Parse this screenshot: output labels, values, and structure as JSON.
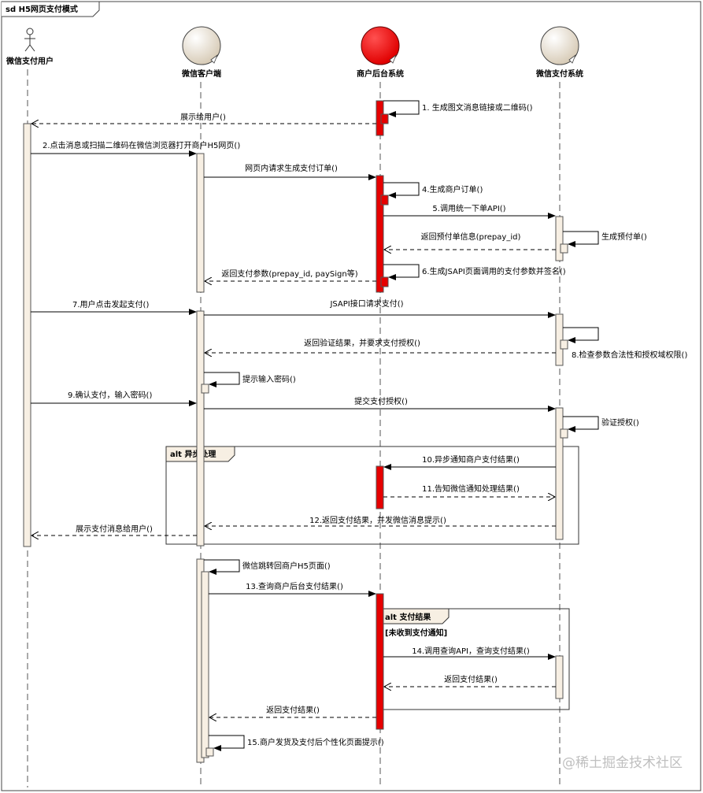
{
  "frame_title": "sd H5网页支付模式",
  "colors": {
    "bar": "#f7efe3",
    "bar_stroke": "#555555",
    "active_red": "#e60000",
    "line": "#000000",
    "head_fill": "#ede4d6"
  },
  "participants": [
    {
      "id": "user",
      "label": "微信支付用户",
      "icon": "actor-icon"
    },
    {
      "id": "client",
      "label": "微信客户端",
      "icon": "entity-sphere-icon"
    },
    {
      "id": "merchant",
      "label": "商户后台系统",
      "icon": "entity-sphere-red-icon"
    },
    {
      "id": "wxpay",
      "label": "微信支付系统",
      "icon": "entity-sphere-icon"
    }
  ],
  "messages": [
    {
      "label": "1. 生成图文消息链接或二维码()"
    },
    {
      "label": "展示给用户()"
    },
    {
      "label": "2.点击消息或扫描二维码在微信浏览器打开商户H5网页()"
    },
    {
      "label": "网页内请求生成支付订单()"
    },
    {
      "label": "4.生成商户订单()"
    },
    {
      "label": "5.调用统一下单API()"
    },
    {
      "label": "生成预付单()"
    },
    {
      "label": "返回预付单信息(prepay_id)"
    },
    {
      "label": "6.生成JSAPI页面调用的支付参数并签名()"
    },
    {
      "label": "返回支付参数(prepay_id, paySign等)"
    },
    {
      "label": "7.用户点击发起支付()"
    },
    {
      "label": "JSAPI接口请求支付()"
    },
    {
      "label": "返回验证结果，并要求支付授权()"
    },
    {
      "label": "8.检查参数合法性和授权域权限()"
    },
    {
      "label": "提示输入密码()"
    },
    {
      "label": "9.确认支付，输入密码()"
    },
    {
      "label": "提交支付授权()"
    },
    {
      "label": "验证授权()"
    },
    {
      "label": "10.异步通知商户支付结果()"
    },
    {
      "label": "11.告知微信通知处理结果()"
    },
    {
      "label": "12.返回支付结果，并发微信消息提示()"
    },
    {
      "label": "展示支付消息给用户()"
    },
    {
      "label": "微信跳转回商户H5页面()"
    },
    {
      "label": "13.查询商户后台支付结果()"
    },
    {
      "label": "14.调用查询API，查询支付结果()"
    },
    {
      "label": "返回支付结果()"
    },
    {
      "label": "返回支付结果()"
    },
    {
      "label": "15.商户发货及支付后个性化页面提示()"
    }
  ],
  "fragments": [
    {
      "label": "alt 异步处理",
      "guard": ""
    },
    {
      "label": "alt 支付结果",
      "guard": "[未收到支付通知]"
    }
  ],
  "watermark": "@稀土掘金技术社区"
}
